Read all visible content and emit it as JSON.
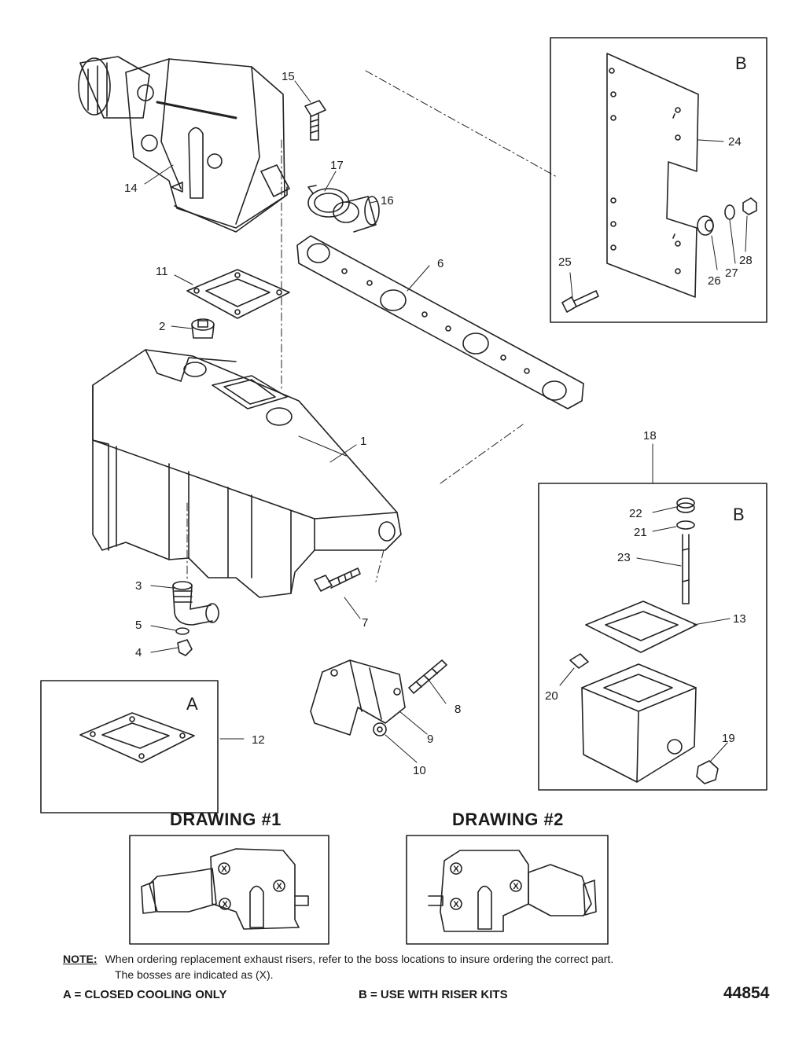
{
  "callouts": {
    "c1": "1",
    "c2": "2",
    "c3": "3",
    "c4": "4",
    "c5": "5",
    "c6": "6",
    "c7": "7",
    "c8": "8",
    "c9": "9",
    "c10": "10",
    "c11": "11",
    "c12": "12",
    "c13": "13",
    "c14": "14",
    "c15": "15",
    "c16": "16",
    "c17": "17",
    "c18": "18",
    "c19": "19",
    "c20": "20",
    "c21": "21",
    "c22": "22",
    "c23": "23",
    "c24": "24",
    "c25": "25",
    "c26": "26",
    "c27": "27",
    "c28": "28"
  },
  "boxes": {
    "box_b_top": "B",
    "box_b_bottom": "B",
    "box_a": "A"
  },
  "drawings": {
    "drawing1_title": "DRAWING #1",
    "drawing2_title": "DRAWING #2",
    "boss_mark": "X"
  },
  "note": {
    "label": "NOTE:",
    "line1": "When ordering replacement exhaust risers, refer to the boss locations to insure ordering the correct part.",
    "line2": "The bosses are indicated as (X)."
  },
  "legend": {
    "a": "A = CLOSED COOLING ONLY",
    "b": "B = USE WITH RISER KITS"
  },
  "document_number": "44854"
}
